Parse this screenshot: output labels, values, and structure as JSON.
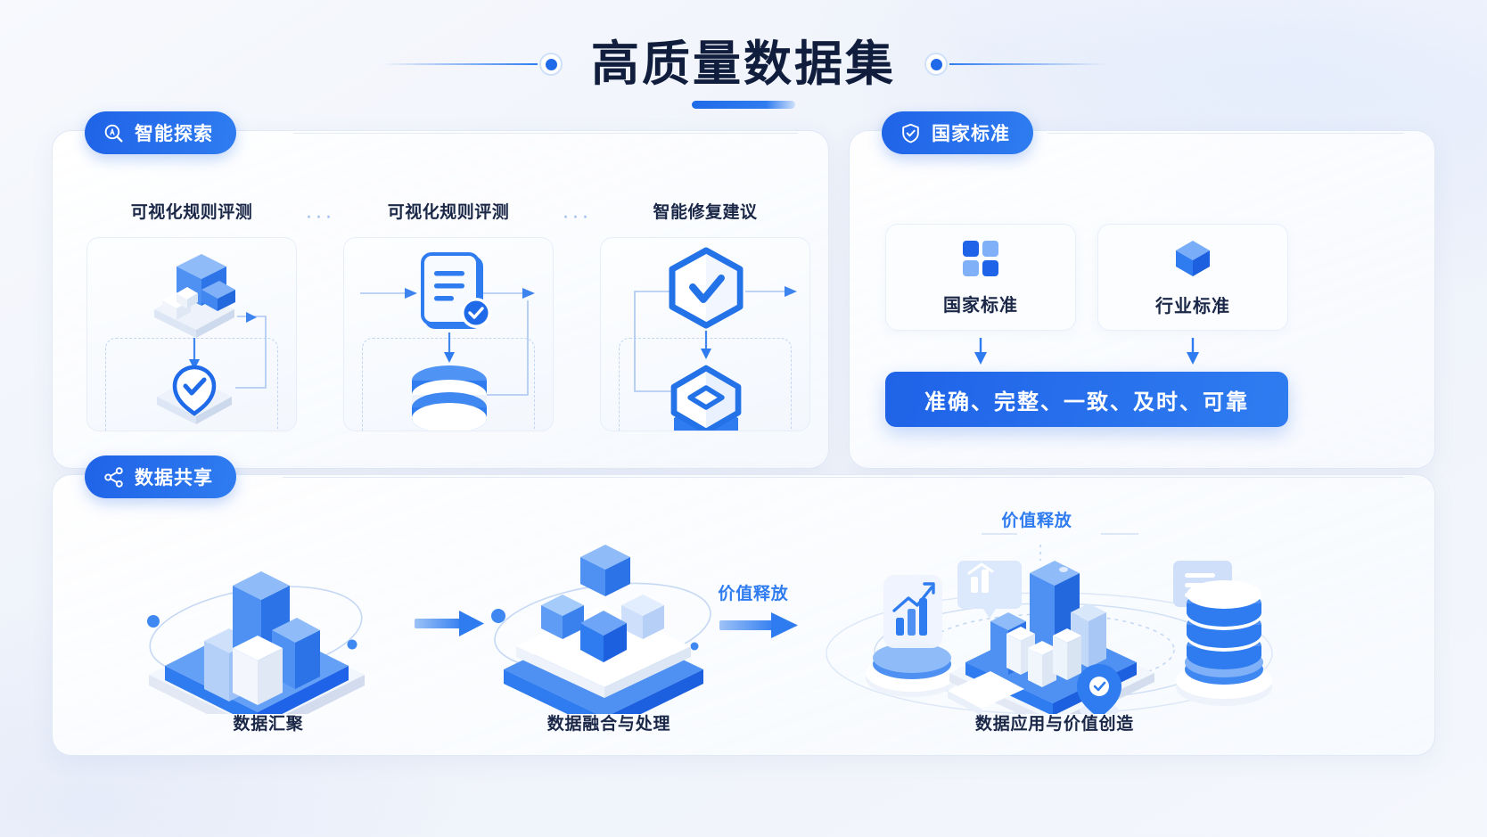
{
  "page": {
    "title": "高质量数据集",
    "accent": "#1f6ae8",
    "accent_light": "#2f7cf0",
    "title_color": "#111d3d",
    "background": "#f0f4fb"
  },
  "panels": {
    "explore": {
      "badge": {
        "label": "智能探索",
        "icon": "search-a-icon"
      },
      "steps": [
        {
          "title": "可视化规则评测",
          "icon": "cubes-platform-icon",
          "sub_icon": "shield-check-icon"
        },
        {
          "title": "可视化规则评测",
          "icon": "document-check-icon",
          "sub_icon": "database-icon"
        },
        {
          "title": "智能修复建议",
          "icon": "hexagon-check-icon",
          "sub_icon": "hexagon-layers-icon"
        }
      ],
      "separator": "···"
    },
    "standard": {
      "badge": {
        "label": "国家标准",
        "icon": "shield-check-icon"
      },
      "cards": [
        {
          "label": "国家标准",
          "icon": "grid-squares-icon"
        },
        {
          "label": "行业标准",
          "icon": "cube-3d-icon"
        }
      ],
      "banner": "准确、完整、一致、及时、可靠"
    },
    "share": {
      "badge": {
        "label": "数据共享",
        "icon": "share-nodes-icon"
      },
      "stages": [
        {
          "label": "数据汇聚",
          "icon": "bar-chart-platform-icon"
        },
        {
          "label": "数据融合与处理",
          "icon": "floating-cubes-platform-icon"
        },
        {
          "label": "数据应用与价值创造",
          "icon": "data-hub-city-icon"
        }
      ],
      "flow_labels": [
        {
          "text": "价值释放",
          "position": "between-stage2-stage3"
        },
        {
          "text": "价值释放",
          "position": "above-stage3"
        }
      ]
    }
  }
}
